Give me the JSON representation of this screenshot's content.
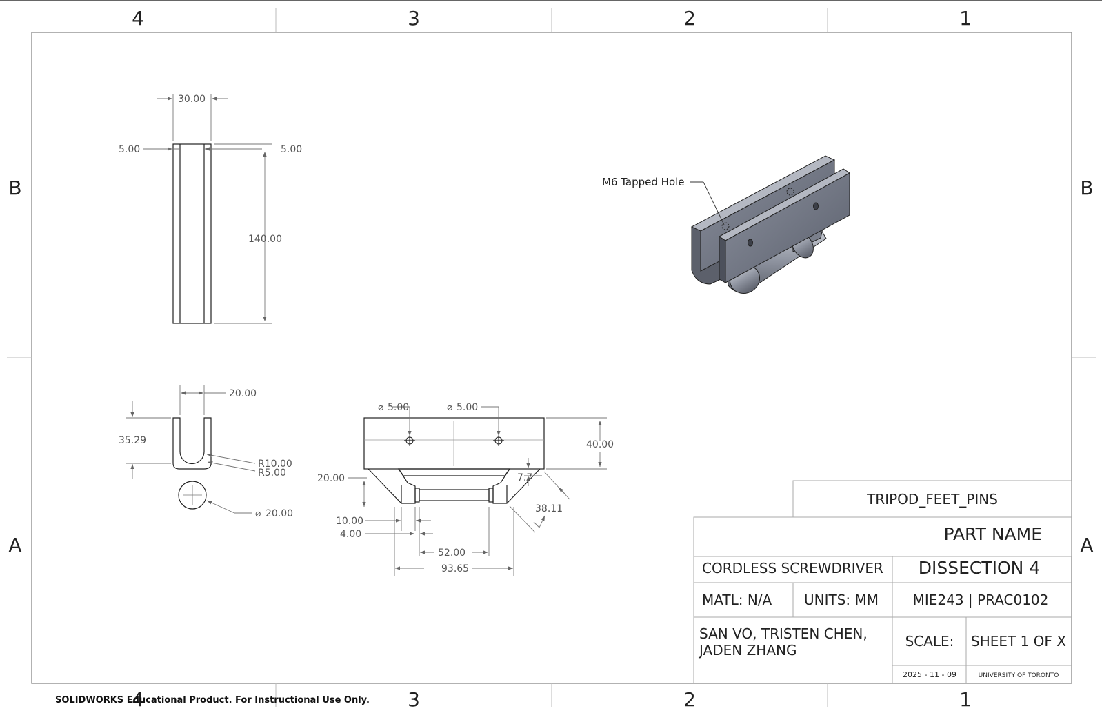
{
  "sheet": {
    "zones_columns": [
      "4",
      "3",
      "2",
      "1"
    ],
    "zones_rows": [
      "B",
      "A"
    ]
  },
  "dimensions": {
    "top_view": {
      "width": "30.00",
      "wall_left": "5.00",
      "wall_right": "5.00",
      "length": "140.00"
    },
    "end_view": {
      "width": "20.00",
      "height": "35.29",
      "radius_outer": "R10.00",
      "radius_inner": "R5.00",
      "pin_dia": "20.00"
    },
    "front_view": {
      "hole1_dia": "5.00",
      "hole2_dia": "5.00",
      "height": "40.00",
      "chamfer_h": "20.00",
      "small": "7.7",
      "angle_len": "38.11",
      "dim_10": "10.00",
      "dim_4": "4.00",
      "dim_52": "52.00",
      "dim_93": "93.65"
    }
  },
  "iso_view": {
    "callout": "M6 Tapped Hole"
  },
  "title_block": {
    "drawing_title": "TRIPOD_FEET_PINS",
    "part_name": "PART NAME",
    "assembly": "CORDLESS SCREWDRIVER",
    "dissection": "DISSECTION 4",
    "material": "MATL: N/A",
    "units": "UNITS: MM",
    "course": "MIE243 | PRAC0102",
    "authors_line1": "SAN VO, TRISTEN CHEN,",
    "authors_line2": "JADEN ZHANG",
    "scale": "SCALE:",
    "sheet": "SHEET 1 OF X",
    "date": "2025 - 11 - 09",
    "institution": "UNIVERSITY OF TORONTO"
  },
  "watermark": "SOLIDWORKS Educational Product. For Instructional Use Only."
}
